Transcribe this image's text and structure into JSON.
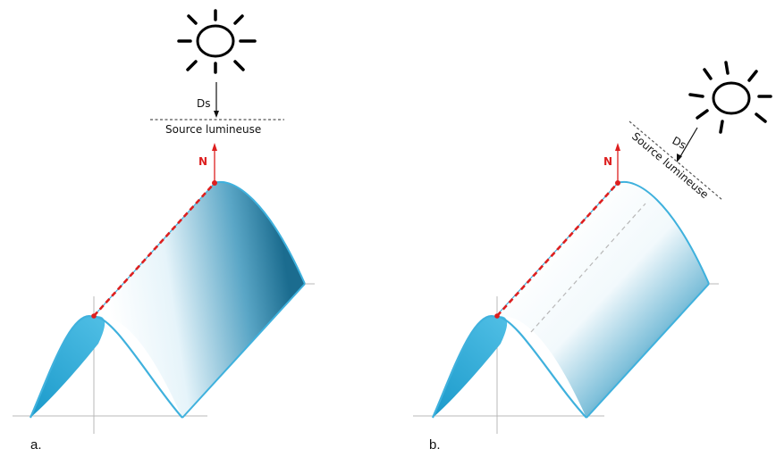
{
  "colors": {
    "surface_edge": "#3fb1dd",
    "surface_dark": "#1a6f93",
    "surface_light": "#ffffff",
    "normal_and_tangent": "#dd1f1f",
    "sun_strokes": "#000000",
    "axis_lines": "#b5b5b5"
  },
  "icons": {
    "sun": "sun-icon"
  },
  "panel_a": {
    "panel_label": "a.",
    "direction_label": "Ds",
    "plane_label": "Source lumineuse",
    "normal_label": "N"
  },
  "panel_b": {
    "panel_label": "b.",
    "direction_label": "Ds",
    "plane_label": "Source lumineuse",
    "normal_label": "N"
  }
}
